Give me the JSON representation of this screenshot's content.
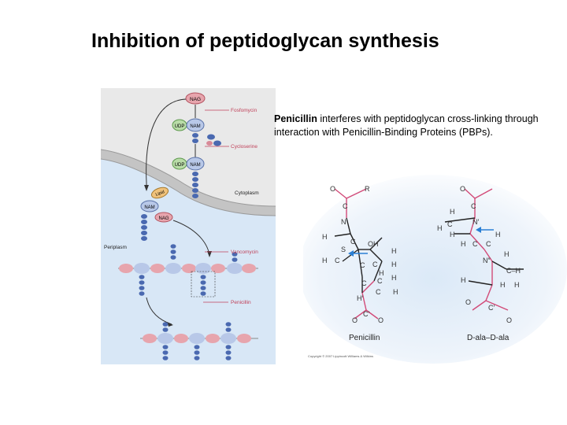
{
  "slide": {
    "title": "Inhibition of peptidoglycan synthesis"
  },
  "pathway": {
    "labels": {
      "fosfomycin": "Fosfomycin",
      "cycloserine": "Cycloserine",
      "cytoplasm": "Cytoplasm",
      "periplasm": "Periplasm",
      "vancomycin": "Vancomycin",
      "penicillin": "Penicillin"
    },
    "molecules": {
      "nag": "NAG",
      "nam": "NAM",
      "udp": "UDP",
      "lipid": "Lipid"
    }
  },
  "caption": {
    "bold": "Penicillin",
    "rest": " interferes with peptidoglycan cross-linking through interaction with Penicillin-Binding Proteins (PBPs)."
  },
  "structures": {
    "penicillin_label": "Penicillin",
    "dala_label": "D-ala–D-ala",
    "copyright": "Copyright © 2007 Lippincott Williams & Wilkins",
    "atoms": {
      "O": "O",
      "R": "R",
      "C": "C",
      "N": "N",
      "H": "H",
      "S": "S",
      "OH": "OH",
      "Cp": "C′",
      "Np": "N′",
      "Npp": "N″",
      "Hp": "H′",
      "CH": "C–H"
    }
  },
  "colors": {
    "cytoplasm": "#e9e9e9",
    "periplasm": "#d8e7f6",
    "membrane": "#c9c9c9",
    "nag": "#e7a5ad",
    "nam": "#b8c8e8",
    "udp": "#b9dca8",
    "peptide": "#4a69b0",
    "label_red": "#c0425a",
    "bond_pink": "#d24a78",
    "arrow_blue": "#2a7fd4"
  }
}
